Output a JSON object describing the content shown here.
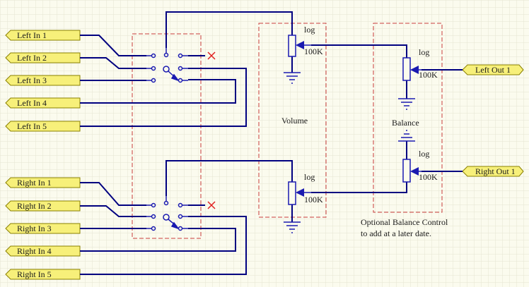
{
  "colors": {
    "background": "#fbfbee",
    "grid": "#e6e4d2",
    "wire": "#000080",
    "component": "#1a1ab0",
    "port_fill": "#f7f07a",
    "port_stroke": "#8a8000",
    "region": "#c83c3c",
    "noconnect": "#e02020"
  },
  "ports": {
    "left_in": [
      "Left In 1",
      "Left In 2",
      "Left In 3",
      "Left In 4",
      "Left In 5"
    ],
    "right_in": [
      "Right In 1",
      "Right In 2",
      "Right In 3",
      "Right In 4",
      "Right In 5"
    ],
    "left_out": "Left Out 1",
    "right_out": "Right Out 1"
  },
  "components": {
    "pot_type": "log",
    "pot_value": "100K"
  },
  "labels": {
    "volume": "Volume",
    "balance": "Balance",
    "note_line1": "Optional Balance Control",
    "note_line2": "to add at a later date."
  }
}
